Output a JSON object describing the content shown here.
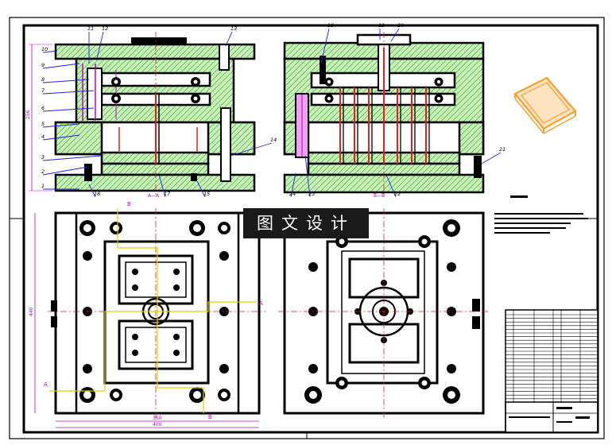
{
  "watermark": "图文设计",
  "balloons": {
    "left": [
      "1",
      "2",
      "3",
      "4",
      "5",
      "6",
      "7",
      "8",
      "9",
      "10",
      "11",
      "12",
      "13",
      "14",
      "15",
      "16",
      "17"
    ],
    "right": [
      "18",
      "19",
      "20",
      "21",
      "22",
      "23",
      "24"
    ]
  },
  "section_labels": {
    "aa": "A—A",
    "bb": "B—B",
    "a": "A",
    "b": "B"
  },
  "dimensions": {
    "top_height": "256",
    "plan_height": "440",
    "plan_width_inner": "350",
    "plan_width_outer": "400"
  },
  "colors": {
    "line": "#000000",
    "hatch": "#2fa82f",
    "fill": "#c8f0b8",
    "centerline": "#e02020",
    "dimension": "#c000c0",
    "leader": "#2020d0",
    "section": "#e0d000",
    "part": "#f5a030"
  }
}
